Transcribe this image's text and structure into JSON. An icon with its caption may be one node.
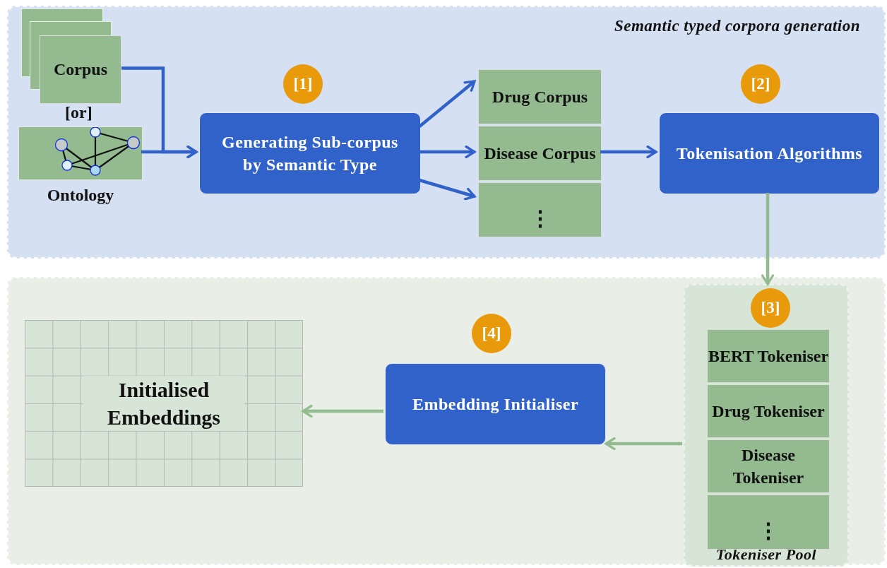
{
  "diagram": {
    "nodes": [
      {
        "text": [
          "Semantic typed corpora generation"
        ]
      },
      {
        "text": [
          "Corpus"
        ],
        "in": 0
      },
      {
        "text": [
          "Ontology"
        ],
        "in": 0
      },
      {
        "text": [
          "[1]"
        ],
        "in": 0
      },
      {
        "text": [
          "Generating Sub-corpus by Semantic Type"
        ],
        "in": 0
      },
      {
        "text": [
          "Drug Corpus"
        ],
        "in": 0
      },
      {
        "text": [
          "Disease Corpus"
        ],
        "in": 0
      },
      {
        "text": [
          "⋮"
        ],
        "in": 0
      },
      {
        "text": [
          "[2]"
        ],
        "in": 0
      },
      {
        "text": [
          "Tokenisation Algorithms"
        ],
        "in": 0
      },
      {
        "text": [],
        "shape": "box"
      },
      {
        "text": [
          "Tokeniser Pool"
        ],
        "in": 10
      },
      {
        "text": [
          "[3]"
        ],
        "in": 11
      },
      {
        "text": [
          "BERT Tokeniser"
        ],
        "in": 11
      },
      {
        "text": [
          "Drug Tokeniser"
        ],
        "in": 11
      },
      {
        "text": [
          "Disease Tokeniser"
        ],
        "in": 11
      },
      {
        "text": [
          "⋮"
        ],
        "in": 11
      },
      {
        "text": [
          "[4]"
        ],
        "in": 10
      },
      {
        "text": [
          "Embedding Initialiser"
        ],
        "in": 10
      },
      {
        "text": [
          "Initialised Embeddings"
        ],
        "in": 10
      }
    ],
    "edges": [
      {
        "from": 1,
        "to": 4,
        "arrow": "to"
      },
      {
        "from": 2,
        "to": 4,
        "arrow": "to"
      },
      {
        "from": 4,
        "to": 5,
        "arrow": "to"
      },
      {
        "from": 4,
        "to": 6,
        "arrow": "to"
      },
      {
        "from": 4,
        "to": 7,
        "arrow": "to"
      },
      {
        "from": 6,
        "to": 9,
        "arrow": "to"
      },
      {
        "from": 9,
        "to": 12,
        "arrow": "to",
        "color": "#93bb8f"
      },
      {
        "from": 11,
        "to": 18,
        "arrow": "to",
        "color": "#93bb8f"
      },
      {
        "from": 18,
        "to": 19,
        "arrow": "to",
        "color": "#93bb8f"
      }
    ],
    "labels": [
      "[or]"
    ]
  }
}
